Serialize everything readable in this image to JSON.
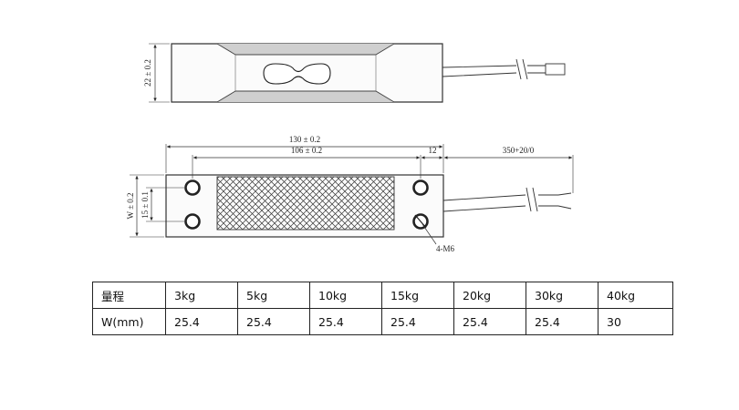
{
  "drawing": {
    "top_view": {
      "dim_height": "22 ± 0.2"
    },
    "front_view": {
      "dim_total_length": "130 ± 0.2",
      "dim_hole_spacing": "106 ± 0.2",
      "dim_end_offset": "12",
      "dim_cable_length": "350+20/0",
      "dim_width": "W ± 0.2",
      "dim_hole_gap": "15 ± 0.1",
      "hole_callout": "4-M6"
    }
  },
  "table": {
    "header": [
      "量程",
      "3kg",
      "5kg",
      "10kg",
      "15kg",
      "20kg",
      "30kg",
      "40kg"
    ],
    "rows": [
      [
        "W(mm)",
        "25.4",
        "25.4",
        "25.4",
        "25.4",
        "25.4",
        "25.4",
        "30"
      ]
    ]
  }
}
